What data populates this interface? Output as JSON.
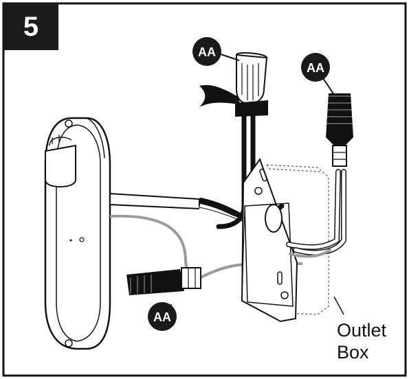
{
  "step": {
    "number": "5"
  },
  "labels": {
    "wire_nut": "AA",
    "outlet_box_line1": "Outlet",
    "outlet_box_line2": "Box"
  },
  "colors": {
    "ink": "#111111",
    "paper": "#ffffff",
    "badge": "#1a1a1a",
    "gray_wire": "#9a9a9a"
  }
}
